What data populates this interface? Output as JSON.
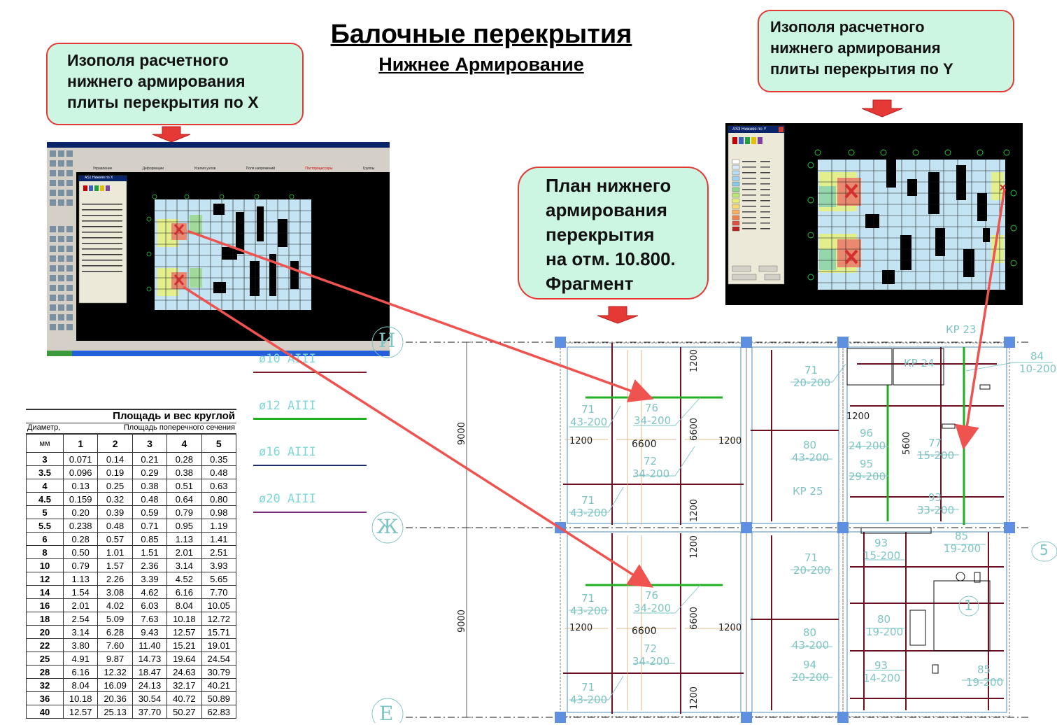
{
  "header": {
    "title": "Балочные перекрытия",
    "subtitle": "Нижнее Армирование"
  },
  "callouts": {
    "left": [
      "Изополя расчетного",
      "нижнего армирования",
      "плиты перекрытия по X"
    ],
    "right": [
      "Изополя расчетного",
      "нижнего армирования",
      "плиты перекрытия по Y"
    ],
    "center": [
      "План нижнего",
      "армирования",
      "перекрытия",
      "на отм. 10.800.",
      "Фрагмент"
    ]
  },
  "screenshot_x": {
    "panel_title": "АS1 Нижняя по X",
    "tabs": [
      "Управление",
      "Деформации",
      "Усилия узлов",
      "Поля напряжений",
      "Постпроцессоры",
      "Группы"
    ]
  },
  "screenshot_y": {
    "panel_title": "АS3 Нижняя по Y"
  },
  "rebar_legend": [
    {
      "label": "ø10  AIII",
      "color": "#7b1c2a"
    },
    {
      "label": "ø12  AIII",
      "color": "#21b021"
    },
    {
      "label": "ø16  AIII",
      "color": "#1f2a6b"
    },
    {
      "label": "ø20  AIII",
      "color": "#7b2a80"
    }
  ],
  "table": {
    "title": "Площадь и вес круглой",
    "col_header_left": "Диаметр,",
    "col_header_unit": "мм",
    "col_header_right": "Площадь поперечного сечения",
    "columns": [
      "1",
      "2",
      "3",
      "4",
      "5"
    ],
    "rows": [
      [
        "3",
        "0.071",
        "0.14",
        "0.21",
        "0.28",
        "0.35"
      ],
      [
        "3.5",
        "0.096",
        "0.19",
        "0.29",
        "0.38",
        "0.48"
      ],
      [
        "4",
        "0.13",
        "0.25",
        "0.38",
        "0.51",
        "0.63"
      ],
      [
        "4.5",
        "0.159",
        "0.32",
        "0.48",
        "0.64",
        "0.80"
      ],
      [
        "5",
        "0.20",
        "0.39",
        "0.59",
        "0.79",
        "0.98"
      ],
      [
        "5.5",
        "0.238",
        "0.48",
        "0.71",
        "0.95",
        "1.19"
      ],
      [
        "6",
        "0.28",
        "0.57",
        "0.85",
        "1.13",
        "1.41"
      ],
      [
        "8",
        "0.50",
        "1.01",
        "1.51",
        "2.01",
        "2.51"
      ],
      [
        "10",
        "0.79",
        "1.57",
        "2.36",
        "3.14",
        "3.93"
      ],
      [
        "12",
        "1.13",
        "2.26",
        "3.39",
        "4.52",
        "5.65"
      ],
      [
        "14",
        "1.54",
        "3.08",
        "4.62",
        "6.16",
        "7.70"
      ],
      [
        "16",
        "2.01",
        "4.02",
        "6.03",
        "8.04",
        "10.05"
      ],
      [
        "18",
        "2.54",
        "5.09",
        "7.63",
        "10.18",
        "12.72"
      ],
      [
        "20",
        "3.14",
        "6.28",
        "9.43",
        "12.57",
        "15.71"
      ],
      [
        "22",
        "3.80",
        "7.60",
        "11.40",
        "15.21",
        "19.01"
      ],
      [
        "25",
        "4.91",
        "9.87",
        "14.73",
        "19.64",
        "24.54"
      ],
      [
        "28",
        "6.16",
        "12.32",
        "18.47",
        "24.63",
        "30.79"
      ],
      [
        "32",
        "8.04",
        "16.09",
        "24.13",
        "32.17",
        "40.21"
      ],
      [
        "36",
        "10.18",
        "20.36",
        "30.54",
        "40.72",
        "50.89"
      ],
      [
        "40",
        "12.57",
        "25.13",
        "37.70",
        "50.27",
        "62.83"
      ]
    ]
  },
  "plan": {
    "axis_labels": [
      "И",
      "Ж",
      "Е",
      "5",
      "1"
    ],
    "dims": [
      "9000",
      "9000",
      "6600",
      "6600",
      "1200",
      "5600"
    ],
    "bar_labels": [
      {
        "n": "71",
        "s": "43-200"
      },
      {
        "n": "76",
        "s": "34-200"
      },
      {
        "n": "72",
        "s": "34-200"
      },
      {
        "n": "71",
        "s": "20-200"
      },
      {
        "n": "80",
        "s": "43-200"
      },
      {
        "n": "96",
        "s": "24-200"
      },
      {
        "n": "95",
        "s": "29-200"
      },
      {
        "n": "77",
        "s": "15-200"
      },
      {
        "n": "93",
        "s": "33-200"
      },
      {
        "n": "84",
        "s": "10-200"
      },
      {
        "n": "85",
        "s": "19-200"
      },
      {
        "n": "93",
        "s": "15-200"
      },
      {
        "n": "80",
        "s": "19-200"
      },
      {
        "n": "94",
        "s": "20-200"
      },
      {
        "n": "93",
        "s": "14-200"
      }
    ],
    "kp_labels": [
      "КР 23",
      "КР 24",
      "КР 25"
    ]
  },
  "colors": {
    "arrow_red": "#ef5350",
    "callout_fill": "#ccf5e2",
    "green_bar": "#21b021",
    "dark_bar": "#6b1020"
  }
}
